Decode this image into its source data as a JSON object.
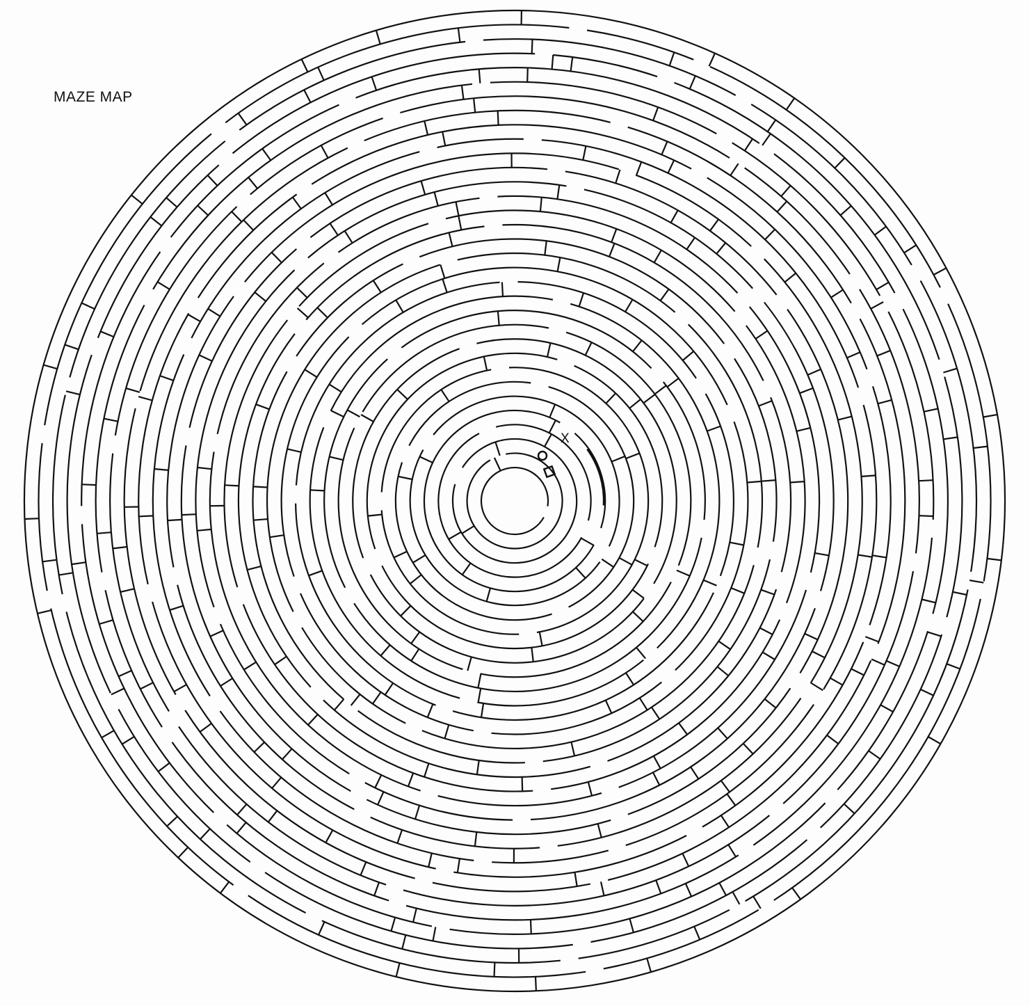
{
  "title": "MAZE MAP",
  "colors": {
    "ink": "#111111",
    "paper": "#ffffff",
    "bleed": "#e6e6e6"
  },
  "maze": {
    "ring_count": 32,
    "markers": {
      "goal": "X",
      "player": "O"
    },
    "marker_icons": [
      "x-marker",
      "o-marker",
      "small-square-marker"
    ]
  }
}
